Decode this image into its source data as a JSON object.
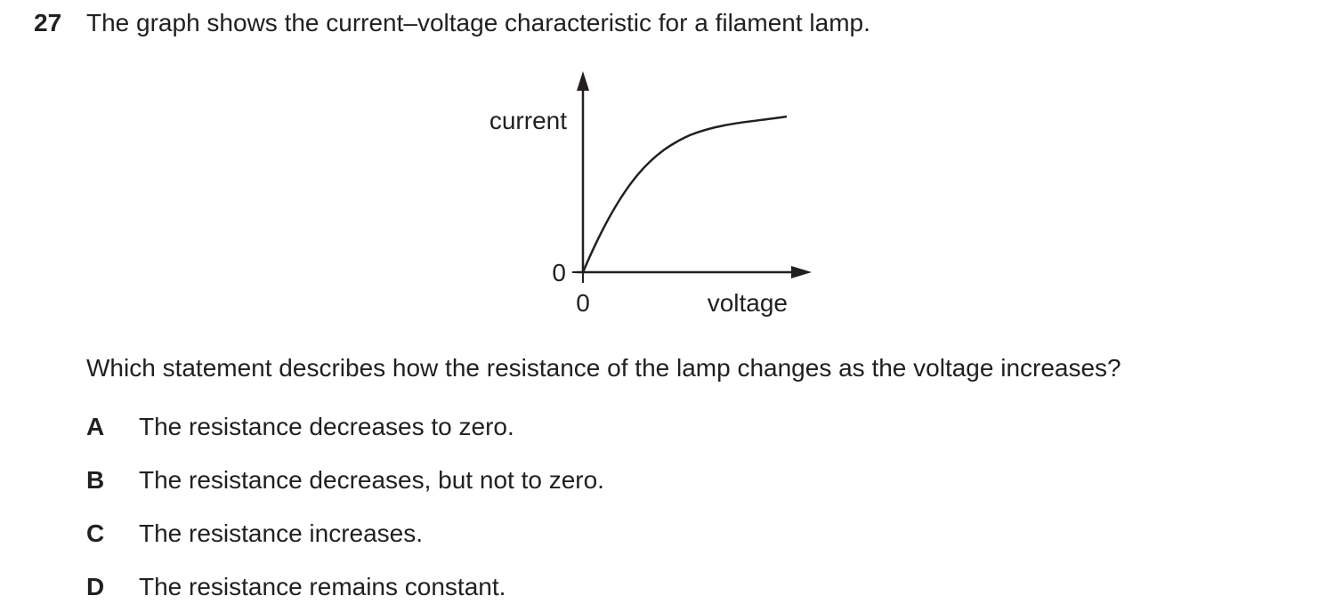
{
  "question": {
    "number": "27",
    "stem": "The graph shows the current–voltage characteristic for a filament lamp.",
    "prompt": "Which statement describes how the resistance of the lamp changes as the voltage increases?"
  },
  "options": [
    {
      "letter": "A",
      "text": "The resistance decreases to zero."
    },
    {
      "letter": "B",
      "text": "The resistance decreases, but not to zero."
    },
    {
      "letter": "C",
      "text": "The resistance increases."
    },
    {
      "letter": "D",
      "text": "The resistance remains constant."
    }
  ],
  "graph": {
    "y_axis_label": "current",
    "x_axis_label": "voltage",
    "x_origin_label": "0",
    "y_origin_label": "0"
  }
}
